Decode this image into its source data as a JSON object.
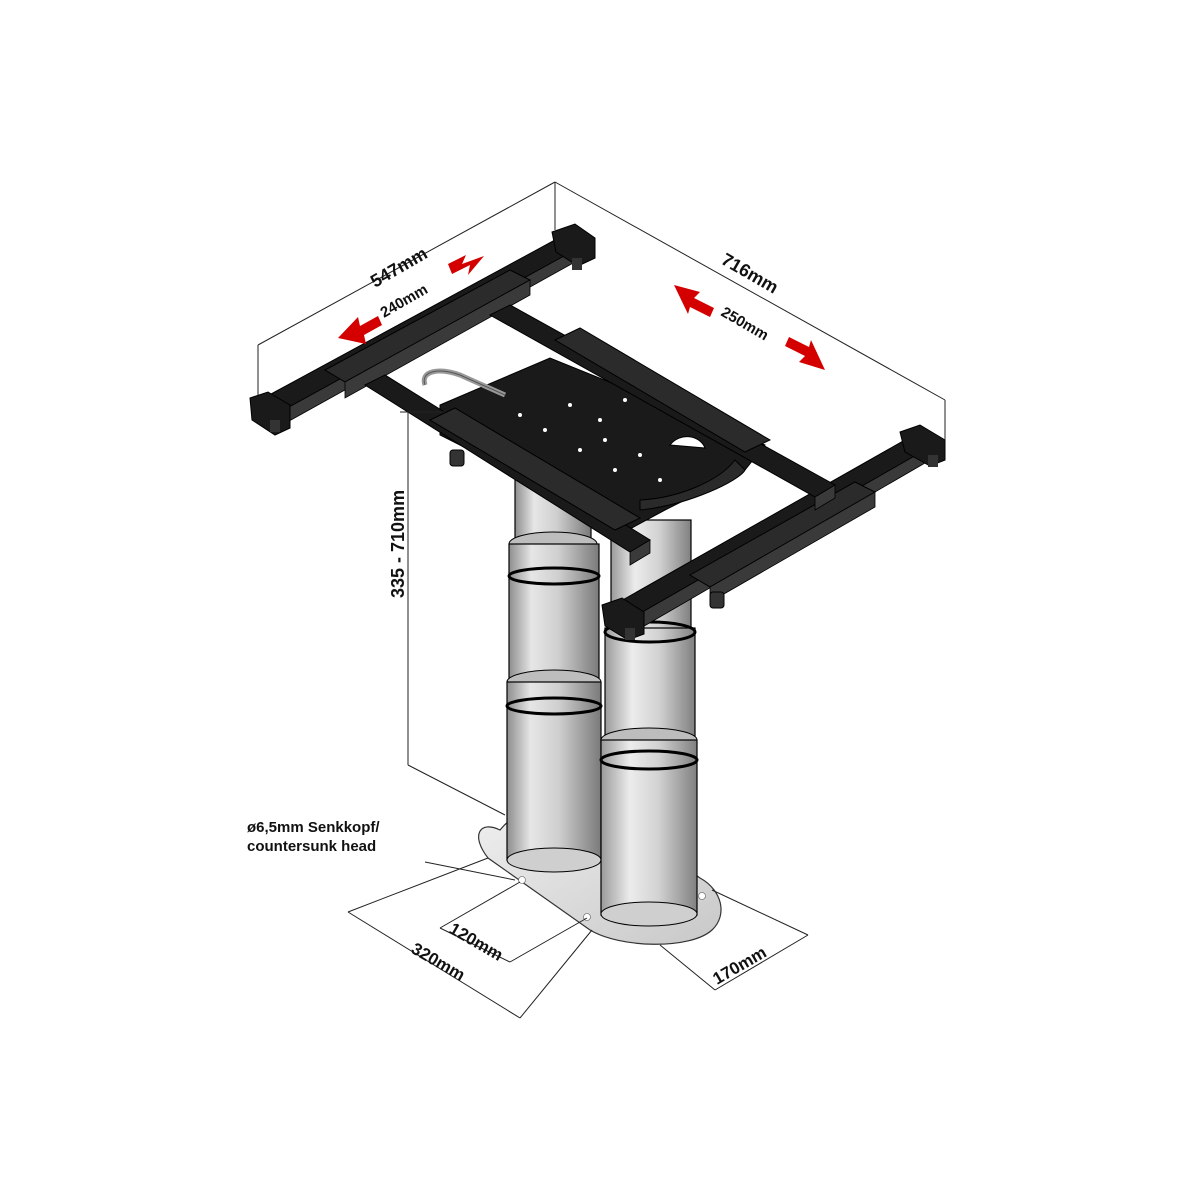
{
  "dimensions": {
    "width_overall": "547mm",
    "width_travel": "240mm",
    "length_overall": "716mm",
    "length_travel": "250mm",
    "height_range": "335 - 710mm",
    "base_inner": "120mm",
    "base_length": "320mm",
    "base_width": "170mm"
  },
  "annotation": {
    "line1": "ø6,5mm Senkkopf/",
    "line2": "countersunk head"
  },
  "colors": {
    "arrow": "#d40000",
    "frame": "#1a1a1a",
    "column": "#c8c8c8",
    "base": "#dcdcdc"
  }
}
